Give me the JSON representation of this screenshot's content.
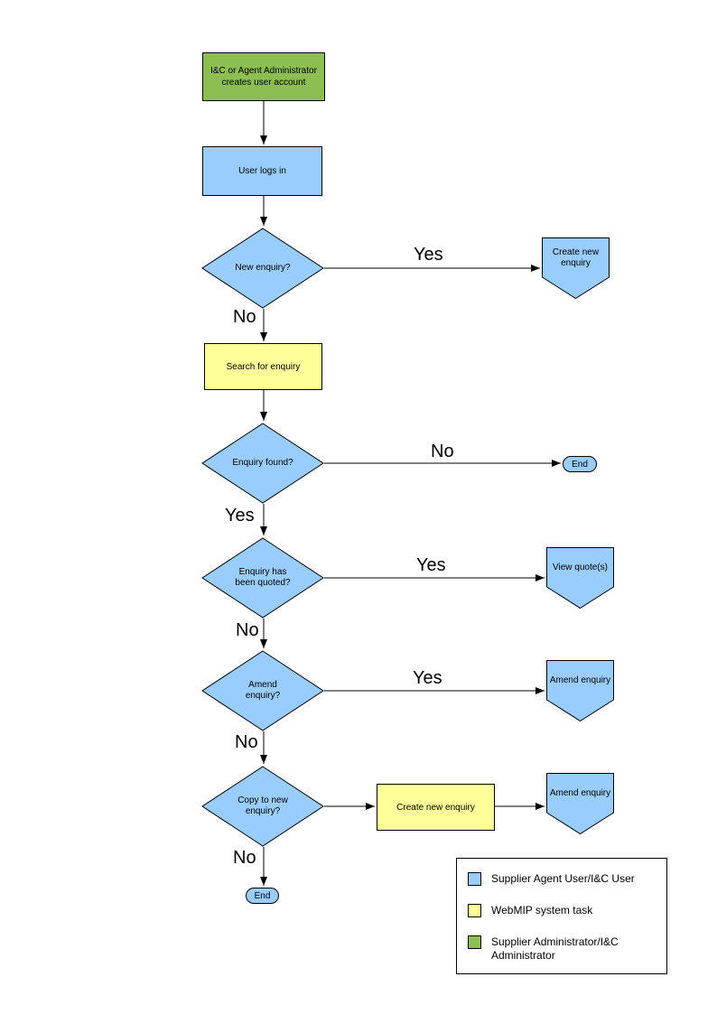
{
  "colors": {
    "user_shape_fill": "#99CCFF",
    "system_task_fill": "#FFFF99",
    "admin_shape_fill": "#8CBE52",
    "shape_border": "#000000"
  },
  "nodes": {
    "admin_create": {
      "label": "I&C or Agent Administrator creates user account"
    },
    "user_login": {
      "label": "User logs in"
    },
    "new_enquiry_decision": {
      "label": "New enquiry?"
    },
    "create_new_enquiry_ref": {
      "label": "Create new enquiry"
    },
    "search_for_enquiry": {
      "label": "Search for enquiry"
    },
    "enquiry_found_decision": {
      "label": "Enquiry found?"
    },
    "end_1": {
      "label": "End"
    },
    "enquiry_quoted_decision": {
      "label": "Enquiry has been quoted?"
    },
    "view_quotes_ref": {
      "label": "View quote(s)"
    },
    "amend_enquiry_decision": {
      "label": "Amend enquiry?"
    },
    "amend_enquiry_ref_1": {
      "label": "Amend enquiry"
    },
    "copy_to_new_enquiry_decision": {
      "label": "Copy to new enquiry?"
    },
    "create_new_enquiry_task": {
      "label": "Create new enquiry"
    },
    "amend_enquiry_ref_2": {
      "label": "Amend enquiry"
    },
    "end_2": {
      "label": "End"
    }
  },
  "edge_labels": {
    "new_enquiry_yes": "Yes",
    "new_enquiry_no": "No",
    "enquiry_found_no": "No",
    "enquiry_found_yes": "Yes",
    "quoted_yes": "Yes",
    "quoted_no": "No",
    "amend_yes": "Yes",
    "amend_no": "No",
    "copy_no": "No"
  },
  "legend": {
    "items": [
      {
        "label": "Supplier Agent User/I&C User",
        "color": "#99CCFF"
      },
      {
        "label": "WebMIP system task",
        "color": "#FFFF99"
      },
      {
        "label": "Supplier Administrator/I&C Administrator",
        "color": "#8CBE52"
      }
    ]
  }
}
